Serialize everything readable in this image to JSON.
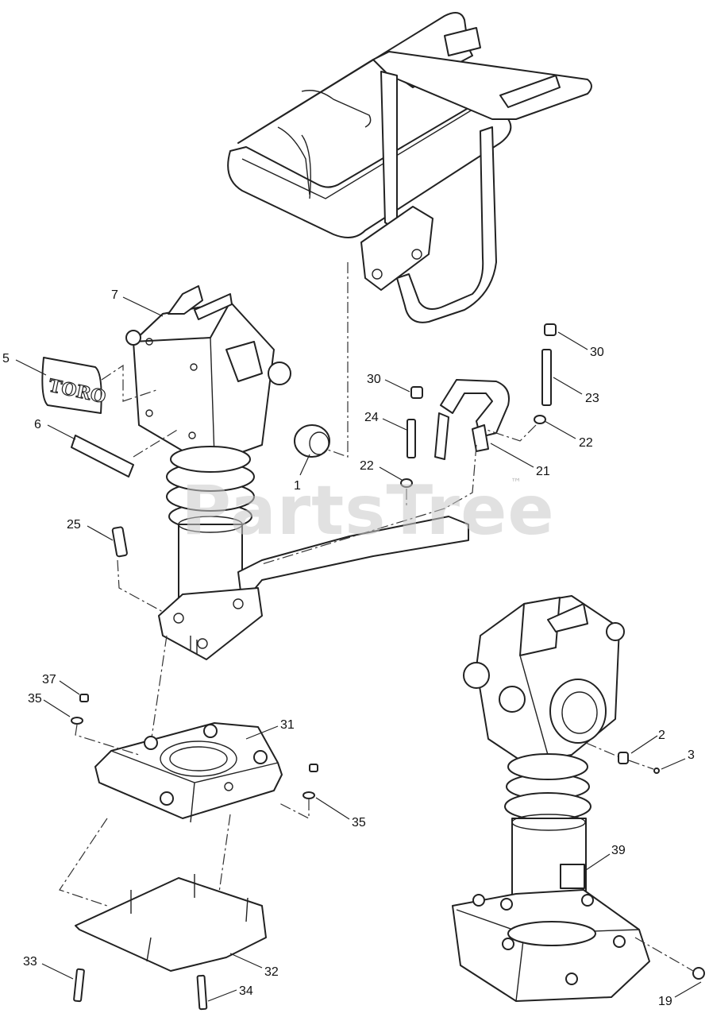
{
  "watermark": {
    "text": "PartsTree",
    "trademark": "™"
  },
  "decal_logo": "TORO",
  "callouts": [
    {
      "id": "c1",
      "label": "1"
    },
    {
      "id": "c2",
      "label": "2"
    },
    {
      "id": "c3",
      "label": "3"
    },
    {
      "id": "c5",
      "label": "5"
    },
    {
      "id": "c6",
      "label": "6"
    },
    {
      "id": "c7",
      "label": "7"
    },
    {
      "id": "c19",
      "label": "19"
    },
    {
      "id": "c21",
      "label": "21"
    },
    {
      "id": "c22a",
      "label": "22"
    },
    {
      "id": "c22b",
      "label": "22"
    },
    {
      "id": "c23",
      "label": "23"
    },
    {
      "id": "c24",
      "label": "24"
    },
    {
      "id": "c25",
      "label": "25"
    },
    {
      "id": "c30a",
      "label": "30"
    },
    {
      "id": "c30b",
      "label": "30"
    },
    {
      "id": "c31",
      "label": "31"
    },
    {
      "id": "c32",
      "label": "32"
    },
    {
      "id": "c33",
      "label": "33"
    },
    {
      "id": "c34",
      "label": "34"
    },
    {
      "id": "c35a",
      "label": "35"
    },
    {
      "id": "c35b",
      "label": "35"
    },
    {
      "id": "c37",
      "label": "37"
    },
    {
      "id": "c39",
      "label": "39"
    }
  ]
}
